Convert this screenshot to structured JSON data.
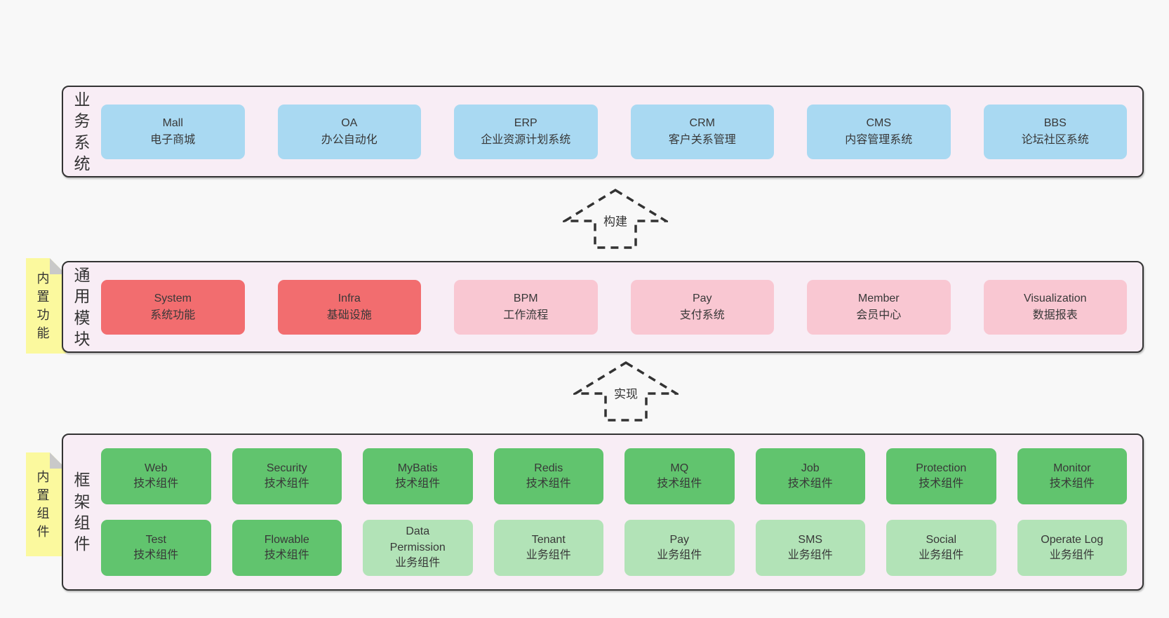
{
  "colors": {
    "page_bg": "#f8f8f8",
    "band_bg": "#f8edf5",
    "band_border": "#333333",
    "blue": "#a9d9f2",
    "red": "#f26d6f",
    "pink": "#f9c7d2",
    "green_dark": "#61c46e",
    "green_light": "#b2e3b7",
    "tag_yellow": "#fbf99e",
    "tag_fold": "#c9c9c9",
    "text": "#333333"
  },
  "bands": {
    "business": {
      "label": "业\n务\n系\n统",
      "items": [
        {
          "en": "Mall",
          "zh": "电子商城",
          "variant": "blue"
        },
        {
          "en": "OA",
          "zh": "办公自动化",
          "variant": "blue"
        },
        {
          "en": "ERP",
          "zh": "企业资源计划系统",
          "variant": "blue"
        },
        {
          "en": "CRM",
          "zh": "客户关系管理",
          "variant": "blue"
        },
        {
          "en": "CMS",
          "zh": "内容管理系统",
          "variant": "blue"
        },
        {
          "en": "BBS",
          "zh": "论坛社区系统",
          "variant": "blue"
        }
      ]
    },
    "modules": {
      "tag": "内\n置\n功\n能",
      "label": "通\n用\n模\n块",
      "items": [
        {
          "en": "System",
          "zh": "系统功能",
          "variant": "red"
        },
        {
          "en": "Infra",
          "zh": "基础设施",
          "variant": "red"
        },
        {
          "en": "BPM",
          "zh": "工作流程",
          "variant": "pink"
        },
        {
          "en": "Pay",
          "zh": "支付系统",
          "variant": "pink"
        },
        {
          "en": "Member",
          "zh": "会员中心",
          "variant": "pink"
        },
        {
          "en": "Visualization",
          "zh": "数据报表",
          "variant": "pink"
        }
      ]
    },
    "framework": {
      "tag": "内\n置\n组\n件",
      "label": "框\n架\n组\n件",
      "row1": [
        {
          "en": "Web",
          "zh": "技术组件",
          "variant": "green-dark"
        },
        {
          "en": "Security",
          "zh": "技术组件",
          "variant": "green-dark"
        },
        {
          "en": "MyBatis",
          "zh": "技术组件",
          "variant": "green-dark"
        },
        {
          "en": "Redis",
          "zh": "技术组件",
          "variant": "green-dark"
        },
        {
          "en": "MQ",
          "zh": "技术组件",
          "variant": "green-dark"
        },
        {
          "en": "Job",
          "zh": "技术组件",
          "variant": "green-dark"
        },
        {
          "en": "Protection",
          "zh": "技术组件",
          "variant": "green-dark"
        },
        {
          "en": "Monitor",
          "zh": "技术组件",
          "variant": "green-dark"
        }
      ],
      "row2": [
        {
          "en": "Test",
          "zh": "技术组件",
          "variant": "green-dark"
        },
        {
          "en": "Flowable",
          "zh": "技术组件",
          "variant": "green-dark"
        },
        {
          "en": "Data\nPermission",
          "zh": "业务组件",
          "variant": "green-light"
        },
        {
          "en": "Tenant",
          "zh": "业务组件",
          "variant": "green-light"
        },
        {
          "en": "Pay",
          "zh": "业务组件",
          "variant": "green-light"
        },
        {
          "en": "SMS",
          "zh": "业务组件",
          "variant": "green-light"
        },
        {
          "en": "Social",
          "zh": "业务组件",
          "variant": "green-light"
        },
        {
          "en": "Operate Log",
          "zh": "业务组件",
          "variant": "green-light"
        }
      ]
    }
  },
  "arrows": {
    "build": "构建",
    "implement": "实现"
  }
}
